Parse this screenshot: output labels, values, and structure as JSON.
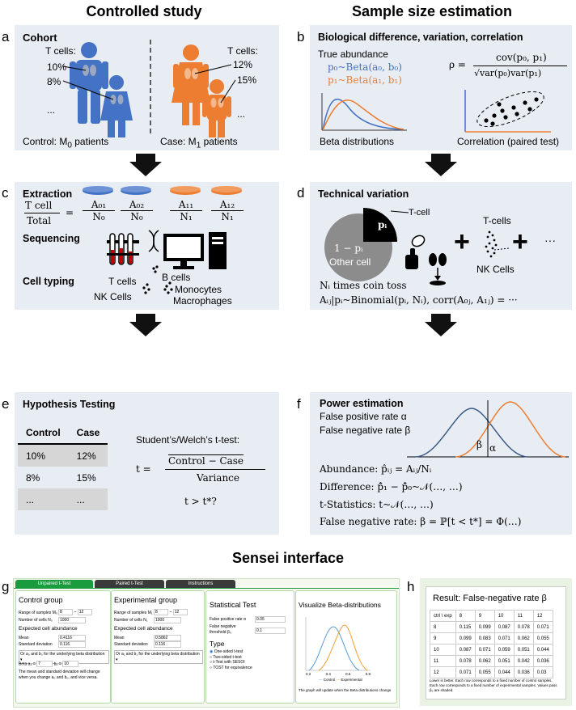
{
  "colors": {
    "panel_bg": "#e8edf4",
    "blue": "#4472c4",
    "orange": "#ed7d31",
    "green_tab": "#1a9c3e",
    "dark_tab": "#3a3a3a"
  },
  "titles": {
    "left": "Controlled study",
    "right": "Sample size estimation",
    "bottom": "Sensei interface"
  },
  "panel_a": {
    "letter": "a",
    "title": "Cohort",
    "tcells_left": "T cells:",
    "pct1": "10%",
    "pct2": "8%",
    "ellipsis": "...",
    "tcells_right": "T cells:",
    "pct3": "12%",
    "pct4": "15%",
    "ellipsis_right": "...",
    "control_label": "Control: M",
    "control_sub": "0",
    "control_tail": " patients",
    "case_label": "Case: M",
    "case_sub": "1",
    "case_tail": " patients"
  },
  "panel_b": {
    "letter": "b",
    "title": "Biological difference, variation, correlation",
    "true_abundance": "True abundance",
    "p0_formula": "p₀~Beta(a₀, b₀)",
    "p1_formula": "p₁~Beta(a₁, b₁)",
    "rho_lhs": "ρ =",
    "rho_num": "cov(p₀, p₁)",
    "rho_den": "√var(p₀)var(p₁)",
    "beta_caption": "Beta distributions",
    "corr_caption": "Correlation (paired test)"
  },
  "panel_c": {
    "letter": "c",
    "extraction": "Extraction",
    "tcell": "T cell",
    "total": "Total",
    "equals": "=",
    "fractions": [
      {
        "num": "A₀₁",
        "den": "N₀"
      },
      {
        "num": "A₀₂",
        "den": "N₀"
      },
      {
        "num": "A₁₁",
        "den": "N₁"
      },
      {
        "num": "A₁₂",
        "den": "N₁"
      }
    ],
    "sequencing": "Sequencing",
    "cell_typing": "Cell typing",
    "t_cells": "T cells",
    "b_cells": "B cells",
    "monocytes": "Monocytes",
    "nk_cells": "NK Cells",
    "macrophages": "Macrophages"
  },
  "panel_d": {
    "letter": "d",
    "title": "Technical variation",
    "pie_small": "pᵢ",
    "tcell_label": "T-cell",
    "pie_big_line1": "1 − pᵢ",
    "pie_big_line2": "Other cell",
    "tcells_label": "T-cells",
    "nk_label": "NK Cells",
    "plus": "+",
    "dots": "···",
    "coin_toss": "Nᵢ times coin toss",
    "binomial": "Aᵢⱼ|pᵢ~Binomial(pᵢ, Nᵢ), corr(A₀ⱼ, A₁ⱼ) = ···"
  },
  "panel_e": {
    "letter": "e",
    "title": "Hypothesis Testing",
    "headers": [
      "Control",
      "Case"
    ],
    "rows": [
      [
        "10%",
        "12%"
      ],
      [
        "8%",
        "15%"
      ],
      [
        "...",
        "..."
      ]
    ],
    "ttest": "Student’s/Welch’s t-test:",
    "t_eq": "t =",
    "t_num": "Control − Case",
    "t_den": "Variance",
    "t_cond": "t > t*?"
  },
  "panel_f": {
    "letter": "f",
    "title": "Power estimation",
    "fpr": "False positive rate α",
    "fnr": "False negative rate β",
    "beta_sym": "β",
    "alpha_sym": "α",
    "abundance": "Abundance: p̂ᵢⱼ = Aᵢⱼ/Nᵢ",
    "difference": "Difference: p̄̂₁ − p̄̂₀~𝒩(…, …)",
    "tstat": "t-Statistics: t~𝒩(…, …)",
    "fnr_eq": "False negative rate: β = ℙ[t < t*] = Φ(…)"
  },
  "panel_g": {
    "letter": "g",
    "tabs": [
      "Unpaired t-Test",
      "Paired t-Test",
      "Instructions"
    ],
    "control": {
      "title": "Control group",
      "range_label": "Range of samples M₀",
      "range_from": "8",
      "range_sep": "~",
      "range_to": "12",
      "cells_label": "Number of cells N₀",
      "cells_value": "1000",
      "abundance_title": "Expected cell abundance",
      "mean_label": "Mean",
      "mean_value": "0.4116",
      "sd_label": "Standard deviation",
      "sd_value": "0.116",
      "select": "Or a₀ and b₀ for the underlying beta distribution",
      "beta_label": "Beta a₀ =",
      "beta_a": "7",
      "beta_b_label": "b₀ =",
      "beta_b": "10",
      "note": "The mean and standard deviation will change when you change a₀ and b₀, and vice versa."
    },
    "experimental": {
      "title": "Experimental group",
      "range_label": "Range of samples M₁",
      "range_from": "8",
      "range_sep": "~",
      "range_to": "12",
      "cells_label": "Number of cells N₁",
      "cells_value": "1000",
      "abundance_title": "Expected cell abundance",
      "mean_label": "Mean",
      "mean_value": "0.5862",
      "sd_label": "Standard deviation",
      "sd_value": "0.116",
      "select": "Or a₁ and b₁ for the underlying beta distribution"
    },
    "stat": {
      "title": "Statistical Test",
      "fpr_label": "False positive rate α",
      "fpr_value": "0.05",
      "fnr_label1": "False negative",
      "fnr_label2": "threshold β₀",
      "fnr_value": "0.1",
      "type_title": "Type",
      "options": [
        "One-sided t-test",
        "Two-sided t-test",
        "t-Test with SESOI",
        "TOST for equivalence"
      ],
      "selected": 0
    },
    "viz": {
      "title": "Visualize Beta-distributions",
      "legend_control": "Control",
      "legend_exp": "Experimental",
      "ticks": [
        "0.2",
        "0.4",
        "0.6",
        "0.8"
      ],
      "note": "The graph will update when the Beta distributions change"
    }
  },
  "panel_h": {
    "letter": "h",
    "title": "Result: False-negative rate β",
    "header": [
      "ctrl \\ exp",
      "8",
      "9",
      "10",
      "11",
      "12"
    ],
    "rows": [
      [
        "8",
        "0.115",
        "0.099",
        "0.087",
        "0.078",
        "0.071"
      ],
      [
        "9",
        "0.099",
        "0.083",
        "0.071",
        "0.062",
        "0.055"
      ],
      [
        "10",
        "0.087",
        "0.071",
        "0.059",
        "0.051",
        "0.044"
      ],
      [
        "11",
        "0.078",
        "0.062",
        "0.051",
        "0.042",
        "0.036"
      ],
      [
        "12",
        "0.071",
        "0.055",
        "0.044",
        "0.036",
        "0.03"
      ]
    ],
    "note": "Lower is better. Each row corresponds to a fixed number of control samples. Each row corresponds to a fixed number of experimental samples. Values pass β₀ are shaded."
  }
}
